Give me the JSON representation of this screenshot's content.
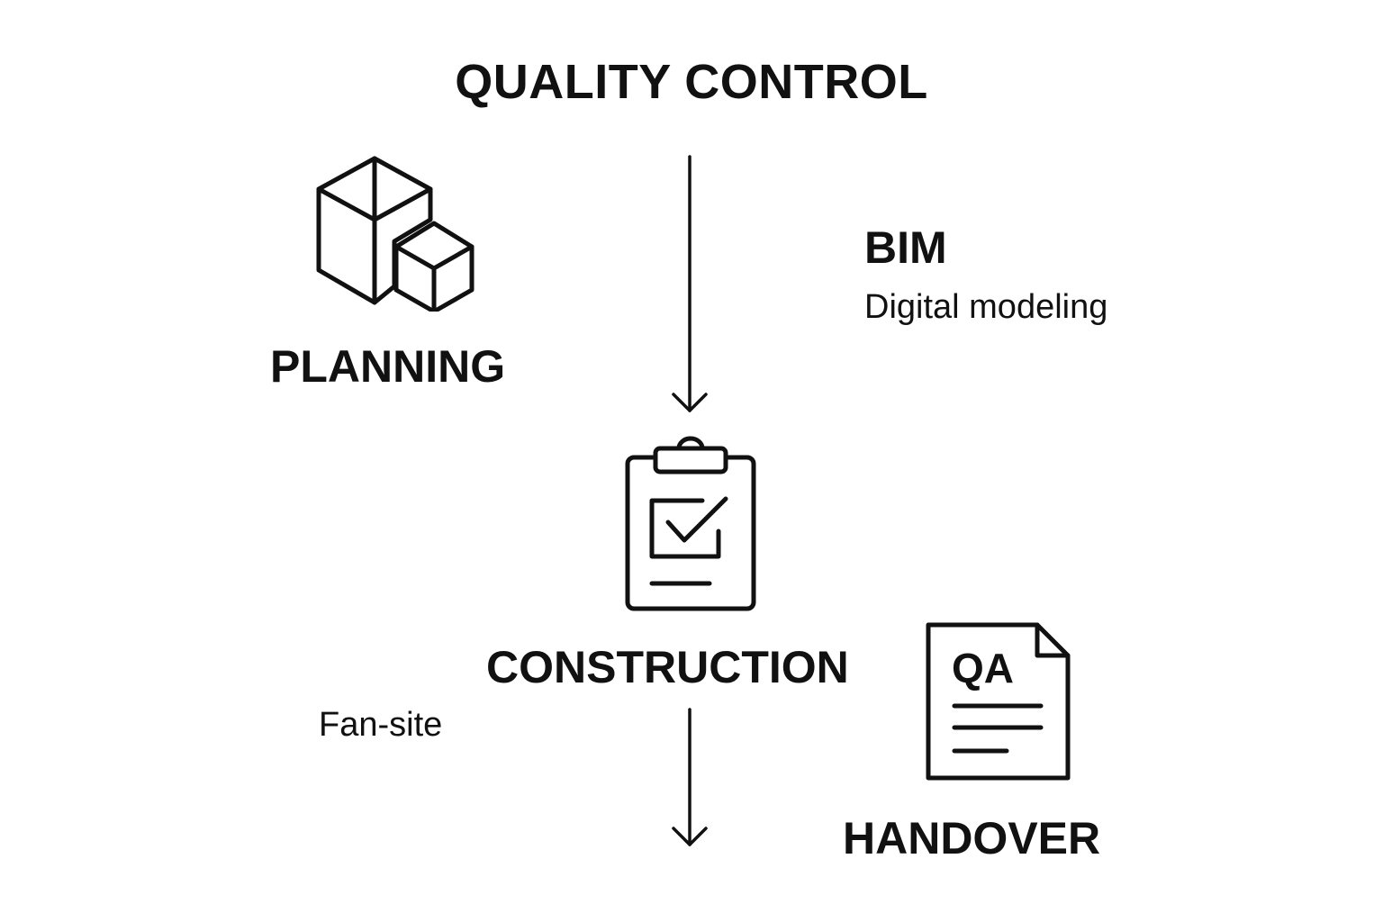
{
  "title": "QUALITY CONTROL",
  "planning": {
    "label": "PLANNING",
    "icon": "boxes-icon"
  },
  "bim": {
    "label": "BIM",
    "sublabel": "Digital modeling"
  },
  "construction": {
    "label": "CONSTRUCTION",
    "icon": "clipboard-check-icon"
  },
  "fansite": {
    "label": "Fan-site"
  },
  "handover": {
    "label": "HANDOVER",
    "icon": "qa-document-icon",
    "icon_text": "QA"
  },
  "colors": {
    "ink": "#111111",
    "background": "#ffffff"
  }
}
